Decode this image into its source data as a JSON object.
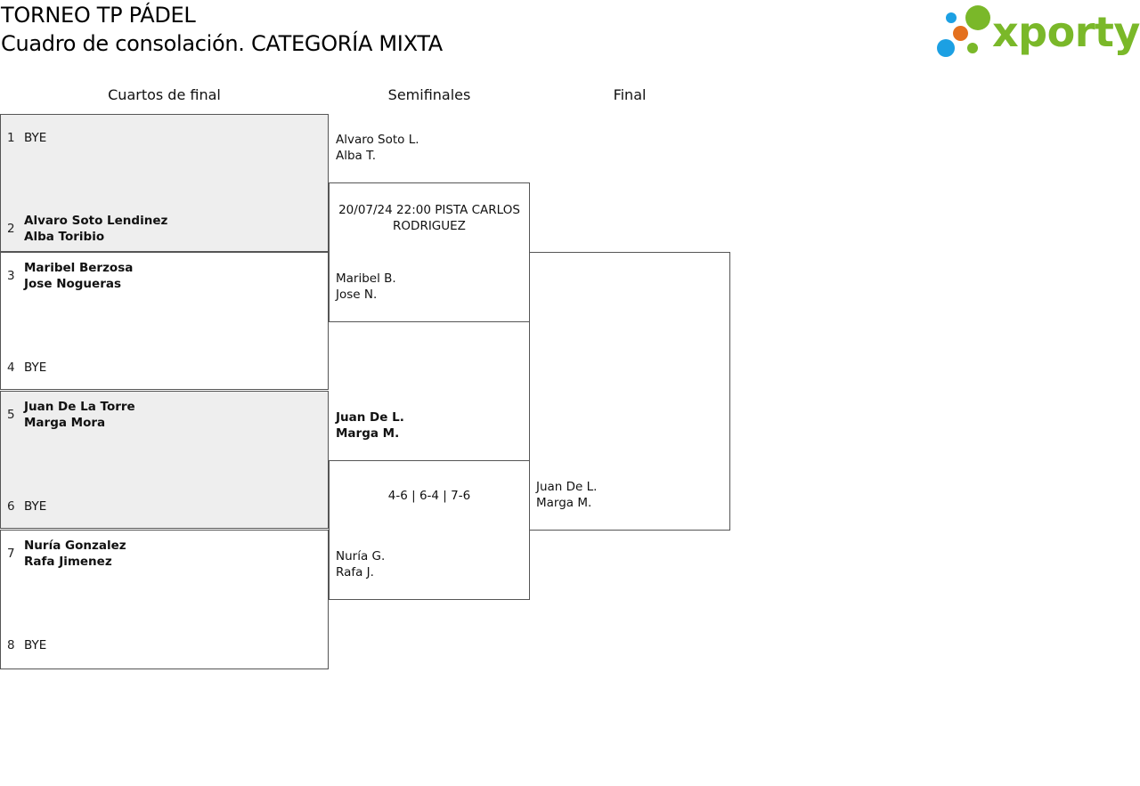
{
  "header": {
    "title": "TORNEO TP PÁDEL",
    "subtitle": "Cuadro de consolación. CATEGORÍA MIXTA"
  },
  "logo": {
    "text": "xporty",
    "colors": {
      "green": "#7ab829",
      "orange": "#e4701e",
      "blue": "#1ca0e3"
    }
  },
  "rounds": {
    "quarters": "Cuartos de final",
    "semis": "Semifinales",
    "final": "Final"
  },
  "quarterfinals": [
    {
      "top": {
        "seed": "1",
        "players": [
          "BYE"
        ],
        "bold": false
      },
      "bottom": {
        "seed": "2",
        "players": [
          "Alvaro Soto Lendinez",
          "Alba Toribio"
        ],
        "bold": true
      }
    },
    {
      "top": {
        "seed": "3",
        "players": [
          "Maribel Berzosa",
          "Jose Nogueras"
        ],
        "bold": true
      },
      "bottom": {
        "seed": "4",
        "players": [
          "BYE"
        ],
        "bold": false
      }
    },
    {
      "top": {
        "seed": "5",
        "players": [
          "Juan De La Torre",
          "Marga Mora"
        ],
        "bold": true
      },
      "bottom": {
        "seed": "6",
        "players": [
          "BYE"
        ],
        "bold": false
      }
    },
    {
      "top": {
        "seed": "7",
        "players": [
          "Nuría Gonzalez",
          "Rafa Jimenez"
        ],
        "bold": true
      },
      "bottom": {
        "seed": "8",
        "players": [
          "BYE"
        ],
        "bold": false
      }
    }
  ],
  "semifinals": [
    {
      "top": [
        "Alvaro Soto L.",
        "Alba T."
      ],
      "info": "20/07/24 22:00 PISTA CARLOS RODRIGUEZ",
      "bottom": [
        "Maribel B.",
        "Jose N."
      ]
    },
    {
      "top": [
        "Juan De L.",
        "Marga M."
      ],
      "info": "4-6 | 6-4 | 7-6",
      "bottom": [
        "Nuría G.",
        "Rafa J."
      ]
    }
  ],
  "final": {
    "player": [
      "Juan De L.",
      "Marga M."
    ]
  }
}
